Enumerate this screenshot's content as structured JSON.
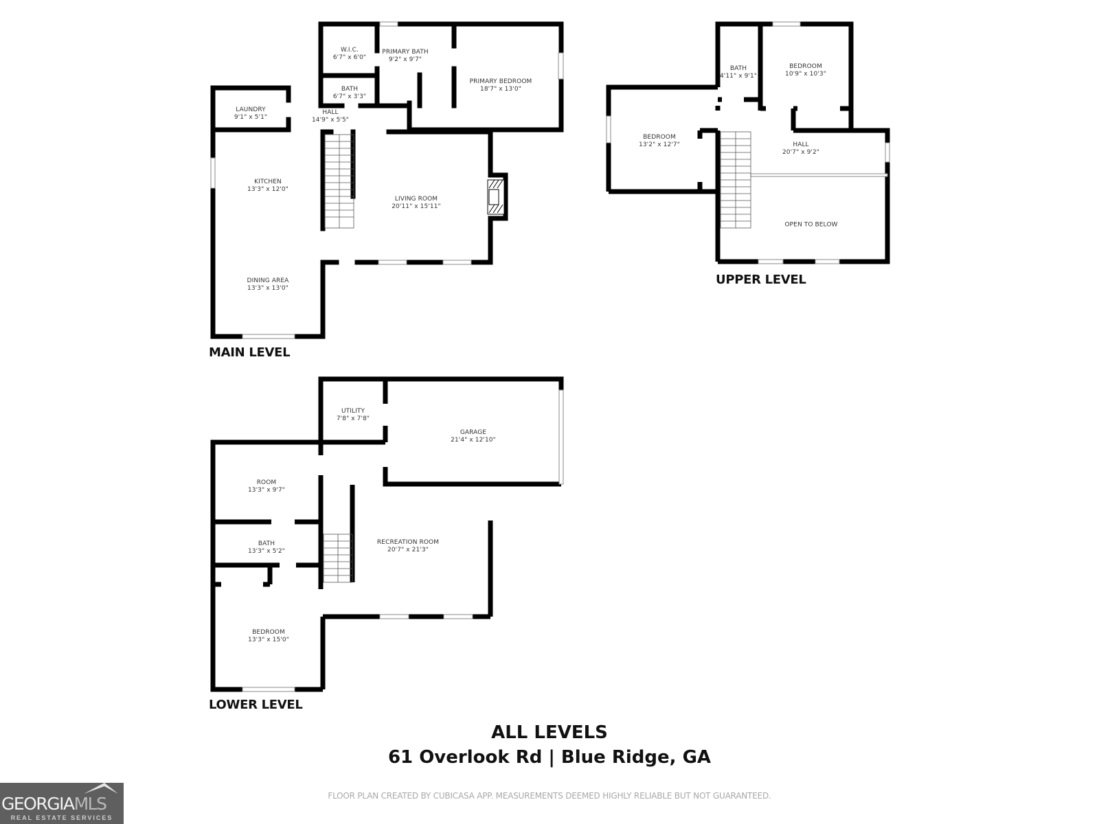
{
  "property": {
    "heading": "ALL LEVELS",
    "address": "61 Overlook Rd | Blue Ridge, GA"
  },
  "disclaimer": "FLOOR PLAN CREATED BY CUBICASA APP. MEASUREMENTS DEEMED HIGHLY RELIABLE BUT NOT GUARANTEED.",
  "logo": {
    "brand_primary": "GEORGIA",
    "brand_secondary": "MLS",
    "tagline": "REAL ESTATE SERVICES"
  },
  "levels": {
    "main": {
      "title": "MAIN LEVEL",
      "rooms": {
        "wic": {
          "name": "W.I.C.",
          "dim": "6'7\" x 6'0\""
        },
        "primary_bath": {
          "name": "PRIMARY BATH",
          "dim": "9'2\" x 9'7\""
        },
        "primary_bedroom": {
          "name": "PRIMARY BEDROOM",
          "dim": "18'7\" x 13'0\""
        },
        "bath": {
          "name": "BATH",
          "dim": "6'7\" x 3'3\""
        },
        "laundry": {
          "name": "LAUNDRY",
          "dim": "9'1\" x 5'1\""
        },
        "hall": {
          "name": "HALL",
          "dim": "14'9\" x 5'5\""
        },
        "kitchen": {
          "name": "KITCHEN",
          "dim": "13'3\" x 12'0\""
        },
        "living_room": {
          "name": "LIVING ROOM",
          "dim": "20'11\" x 15'11\""
        },
        "dining_area": {
          "name": "DINING AREA",
          "dim": "13'3\" x 13'0\""
        }
      }
    },
    "upper": {
      "title": "UPPER LEVEL",
      "rooms": {
        "bath": {
          "name": "BATH",
          "dim": "4'11\" x 9'1\""
        },
        "bedroom_2": {
          "name": "BEDROOM",
          "dim": "10'9\" x 10'3\""
        },
        "bedroom_1": {
          "name": "BEDROOM",
          "dim": "13'2\" x 12'7\""
        },
        "hall": {
          "name": "HALL",
          "dim": "20'7\" x 9'2\""
        },
        "open_to_below": {
          "name": "OPEN TO BELOW",
          "dim": ""
        }
      }
    },
    "lower": {
      "title": "LOWER LEVEL",
      "rooms": {
        "utility": {
          "name": "UTILITY",
          "dim": "7'8\" x 7'8\""
        },
        "garage": {
          "name": "GARAGE",
          "dim": "21'4\" x 12'10\""
        },
        "room": {
          "name": "ROOM",
          "dim": "13'3\" x 9'7\""
        },
        "bath": {
          "name": "BATH",
          "dim": "13'3\" x 5'2\""
        },
        "recreation_room": {
          "name": "RECREATION ROOM",
          "dim": "20'7\" x 21'3\""
        },
        "bedroom": {
          "name": "BEDROOM",
          "dim": "13'3\" x 15'0\""
        }
      }
    }
  },
  "colors": {
    "wall": "#000000",
    "label": "#333333",
    "disclaimer": "#a8a8a8",
    "logo_bg": "#5f5f5f"
  }
}
